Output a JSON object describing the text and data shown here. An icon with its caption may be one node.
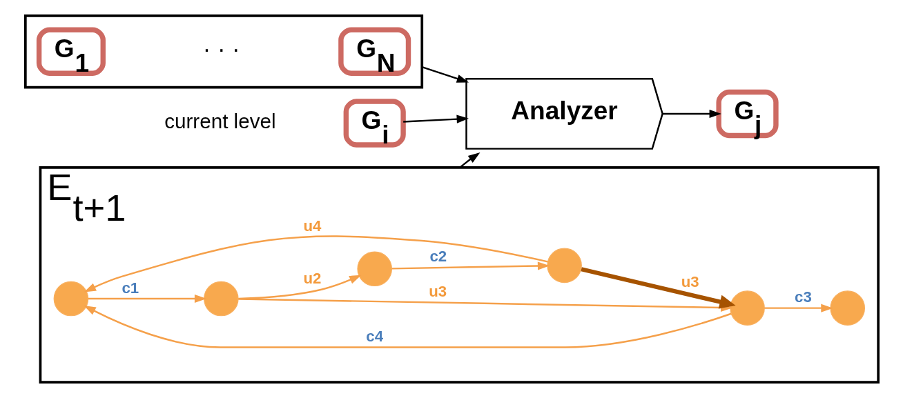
{
  "diagram": {
    "nodes": [
      {
        "text": [],
        "shape": "box"
      },
      {
        "text": [
          "G$_{1}$"
        ],
        "in": 0
      },
      {
        "text": [
          "G$_{N}$"
        ],
        "in": 0
      },
      {
        "text": [
          "G$_{i}$"
        ],
        "beside": [
          "current level"
        ]
      },
      {
        "text": [
          "E$_{t+1}$"
        ]
      },
      {
        "text": [],
        "shape": "circle",
        "in": 4
      },
      {
        "text": [],
        "shape": "circle",
        "in": 4
      },
      {
        "text": [],
        "shape": "circle",
        "in": 4
      },
      {
        "text": [],
        "shape": "circle",
        "in": 4
      },
      {
        "text": [],
        "shape": "circle",
        "in": 4
      },
      {
        "text": [],
        "shape": "circle",
        "in": 4
      },
      {
        "text": [
          "Analyzer"
        ]
      },
      {
        "text": [
          "G$_{j}$"
        ]
      }
    ],
    "edges": [
      {
        "from": 7,
        "to": 5,
        "arrow": "to",
        "label": "u4"
      },
      {
        "from": 5,
        "to": 6,
        "arrow": "to",
        "label": "c1"
      },
      {
        "from": 6,
        "to": 9,
        "arrow": "to",
        "label": "u3"
      },
      {
        "from": 6,
        "to": 10,
        "arrow": "to",
        "label": "u2"
      },
      {
        "from": 7,
        "to": 9,
        "arrow": "to",
        "label": "u3",
        "style": "thick",
        "color": "#a65300"
      },
      {
        "from": 10,
        "to": 7,
        "arrow": "to",
        "label": "c2"
      },
      {
        "from": 9,
        "to": 5,
        "arrow": "to",
        "label": "c4"
      },
      {
        "from": 9,
        "to": 8,
        "arrow": "to",
        "label": "c3"
      },
      {
        "from": 0,
        "to": 11,
        "arrow": "to",
        "color": "#000000"
      },
      {
        "from": 3,
        "to": 11,
        "arrow": "to",
        "color": "#000000"
      },
      {
        "from": 4,
        "to": 11,
        "arrow": "to",
        "color": "#000000"
      },
      {
        "from": 11,
        "to": 12,
        "arrow": "to",
        "color": "#000000"
      }
    ],
    "labels": [
      "· · ·"
    ]
  }
}
